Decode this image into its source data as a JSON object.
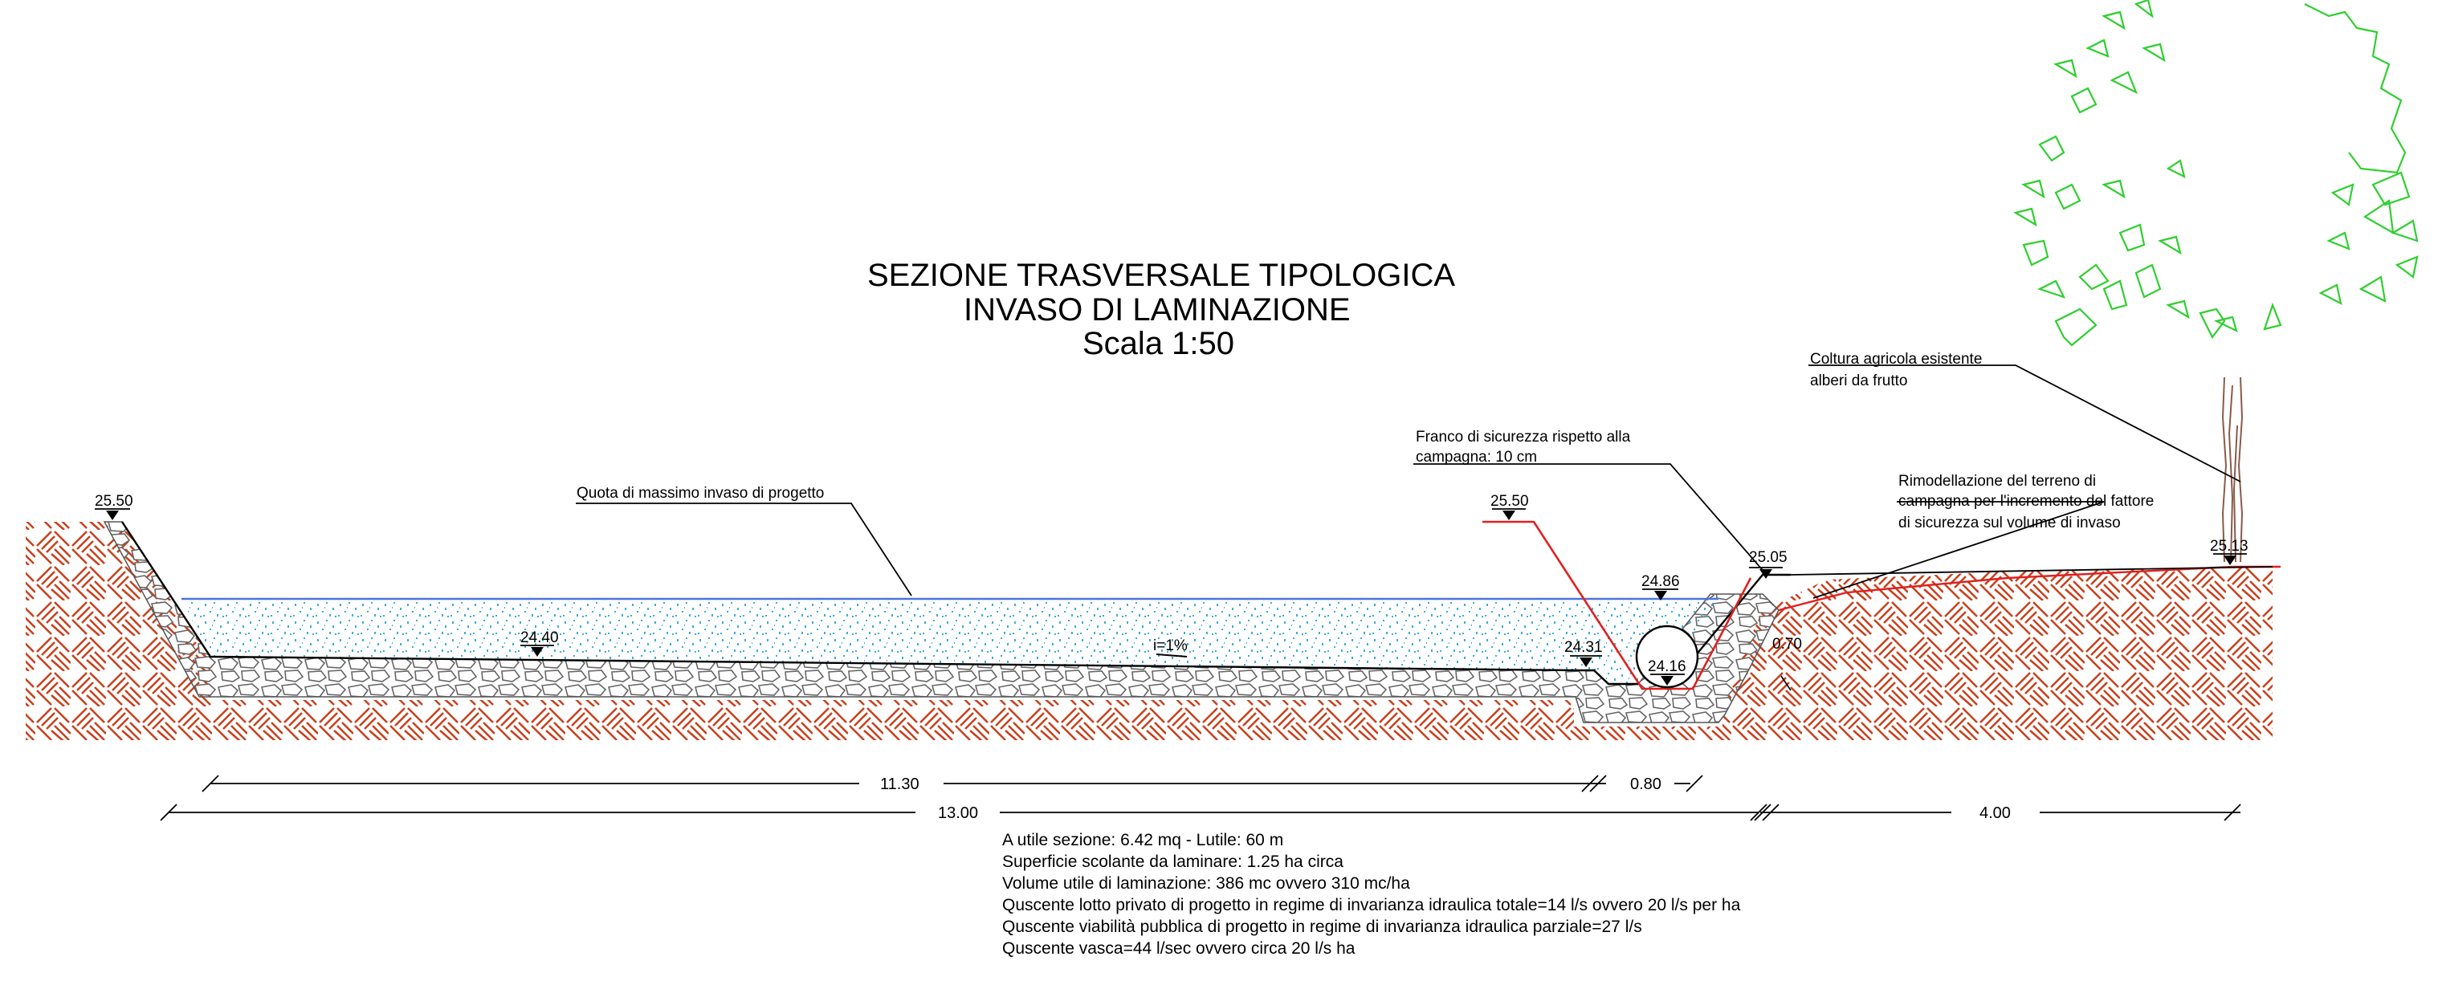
{
  "title": {
    "line1": "SEZIONE TRASVERSALE TIPOLOGICA",
    "line2": "INVASO DI LAMINAZIONE",
    "line3": "Scala 1:50"
  },
  "labels": {
    "max_level": "Quota di massimo invaso di progetto",
    "freeboard_1": "Franco di sicurezza rispetto alla",
    "freeboard_2": "campagna:  10 cm",
    "crop_1": "Coltura agricola esistente",
    "crop_2": "alberi da frutto",
    "remodel_1": "Rimodellazione del terreno di",
    "remodel_2": "campagna per l'incremento del fattore",
    "remodel_3": "di sicurezza sul volume di invaso",
    "slope": "i=1%"
  },
  "elevations": {
    "left_bank": "25.50",
    "bottom_left": "24.40",
    "red_top": "25.50",
    "water_level": "24.86",
    "step": "24.31",
    "pipe_invert": "24.16",
    "right_bank": "25.05",
    "field": "25.13",
    "depth": "0.70"
  },
  "dimensions": {
    "d1": "11.30",
    "d2": "0.80",
    "d3": "13.00",
    "d4": "4.00"
  },
  "notes": [
    "A utile sezione: 6.42 mq - Lutile: 60 m",
    "Superficie scolante da laminare: 1.25 ha circa",
    "Volume utile di laminazione: 386 mc ovvero 310 mc/ha",
    "Quscente lotto privato di progetto in regime di invarianza idraulica totale=14 l/s ovvero 20 l/s per ha",
    "Quscente viabilità pubblica di progetto in regime di invarianza idraulica parziale=27 l/s",
    "Quscente vasca=44 l/sec ovvero circa 20 l/s ha"
  ],
  "colors": {
    "soil_hatch": "#c8411e",
    "water_line": "#4a74e0",
    "water_dots": "#3aaedb",
    "red_profile": "#e02020",
    "tree": "#2fcf2f",
    "trunk": "#8a5a4a"
  }
}
